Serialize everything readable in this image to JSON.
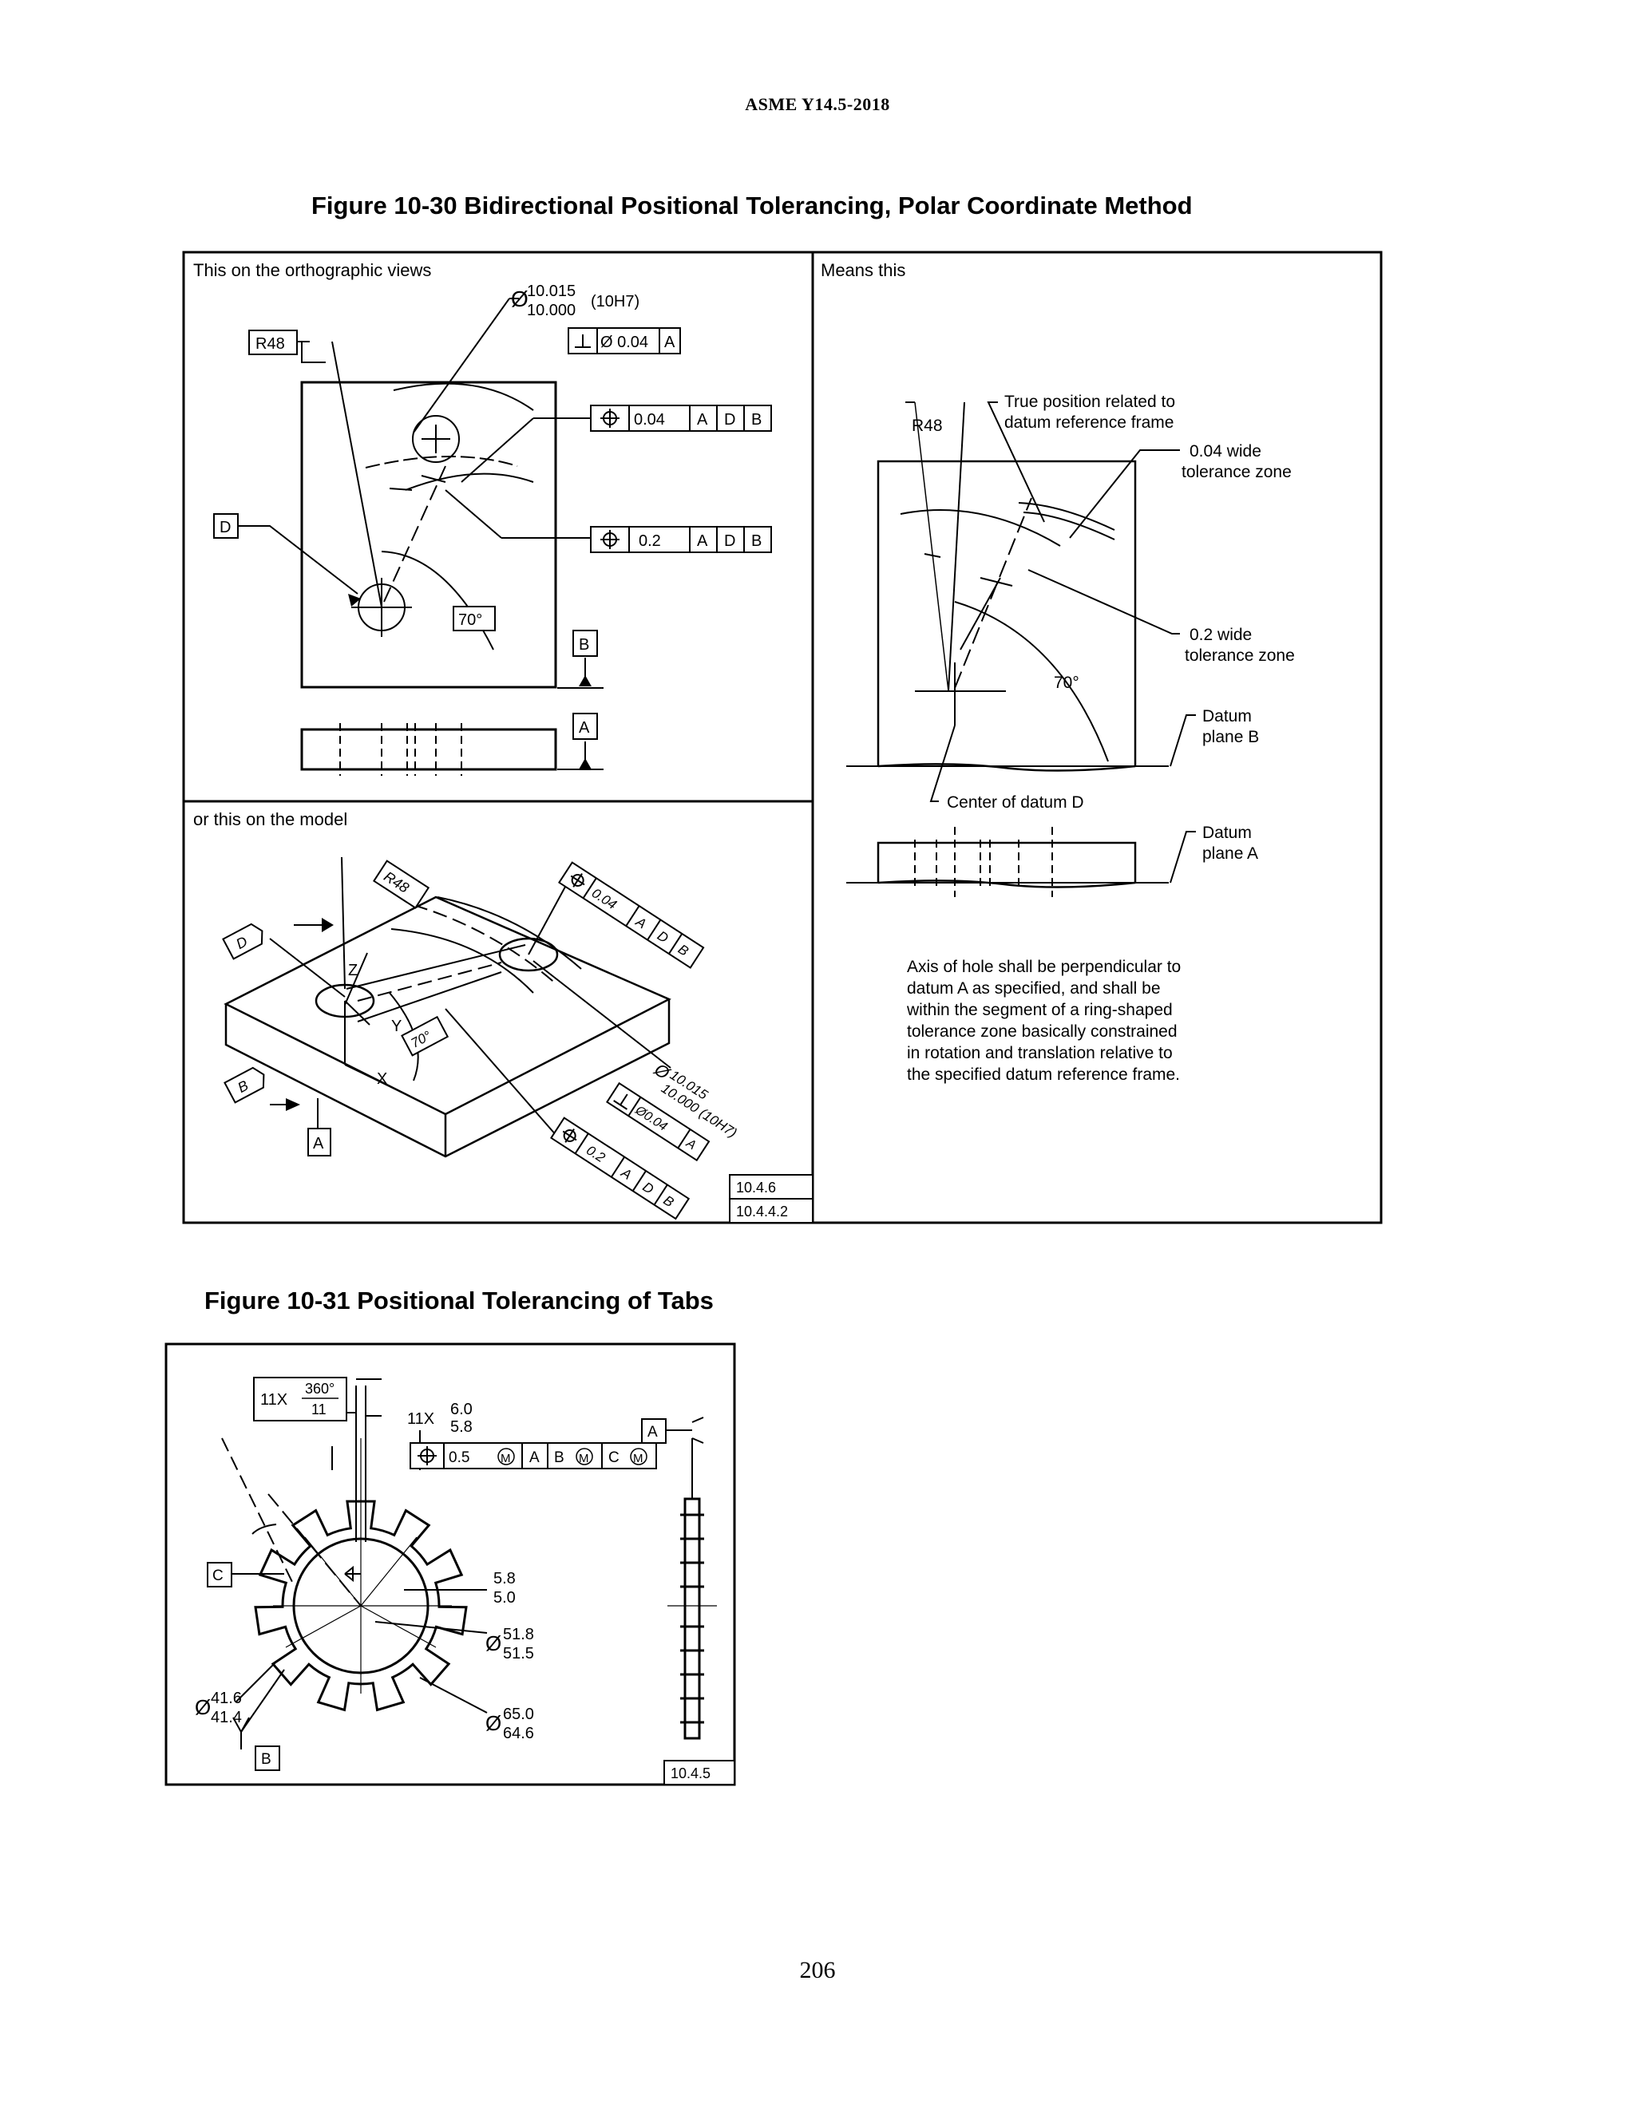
{
  "header": {
    "title": "ASME Y14.5-2018"
  },
  "figure_30": {
    "caption": "Figure 10-30 Bidirectional Positional Tolerancing, Polar Coordinate Method",
    "ortho": {
      "panel_label": "This on the orthographic views",
      "diameter_upper": "10.015",
      "diameter_lower": "10.000",
      "fit_class": "(10H7)",
      "radius": "R48",
      "perp_tolerance": "Ø 0.04",
      "perp_datum": "A",
      "pos_tol_1": "0.04",
      "pos_tol_2": "0.2",
      "datum_A": "A",
      "datum_B": "B",
      "datum_D": "D",
      "angle": "70°"
    },
    "model": {
      "panel_label": "or this on the model",
      "radius": "R48",
      "pos_tol_1": "0.04",
      "pos_tol_2": "0.2",
      "diameter_upper": "10.015",
      "diameter_lower": "10.000 (10H7)",
      "perp_tolerance": "Ø0.04",
      "axis_x": "X",
      "axis_y": "Y",
      "axis_z": "Z",
      "angle": "70°",
      "ref_1": "10.4.6",
      "ref_2": "10.4.4.2"
    },
    "means": {
      "panel_label": "Means this",
      "radius": "R48",
      "note_true_position_1": "True position related to",
      "note_true_position_2": "datum reference frame",
      "note_004_1": "0.04 wide",
      "note_004_2": "tolerance zone",
      "note_02_1": "0.2 wide",
      "note_02_2": "tolerance zone",
      "angle": "70°",
      "datum_plane_b_1": "Datum",
      "datum_plane_b_2": "plane B",
      "center_datum_d": "Center of datum D",
      "datum_plane_a_1": "Datum",
      "datum_plane_a_2": "plane A",
      "explanation": [
        "Axis of hole shall be perpendicular to",
        "datum A as specified, and shall be",
        "within the segment of a ring-shaped",
        "tolerance zone basically constrained",
        "in rotation and translation relative to",
        "the specified datum reference frame."
      ]
    }
  },
  "figure_31": {
    "caption": "Figure 10-31 Positional Tolerancing of Tabs",
    "count_angle_prefix": "11X",
    "angle_num": "360°",
    "angle_den": "11",
    "count_width_prefix": "11X",
    "width_upper": "6.0",
    "width_lower": "5.8",
    "pos_tol": "0.5",
    "datum_A": "A",
    "datum_B": "B",
    "datum_C": "C",
    "mmc": "M",
    "slot_upper": "5.8",
    "slot_lower": "5.0",
    "inner_dia_upper": "51.8",
    "inner_dia_lower": "51.5",
    "outer_dia_upper": "65.0",
    "outer_dia_lower": "64.6",
    "bore_dia_upper": "41.6",
    "bore_dia_lower": "41.4",
    "ref": "10.4.5"
  },
  "page_number": "206"
}
